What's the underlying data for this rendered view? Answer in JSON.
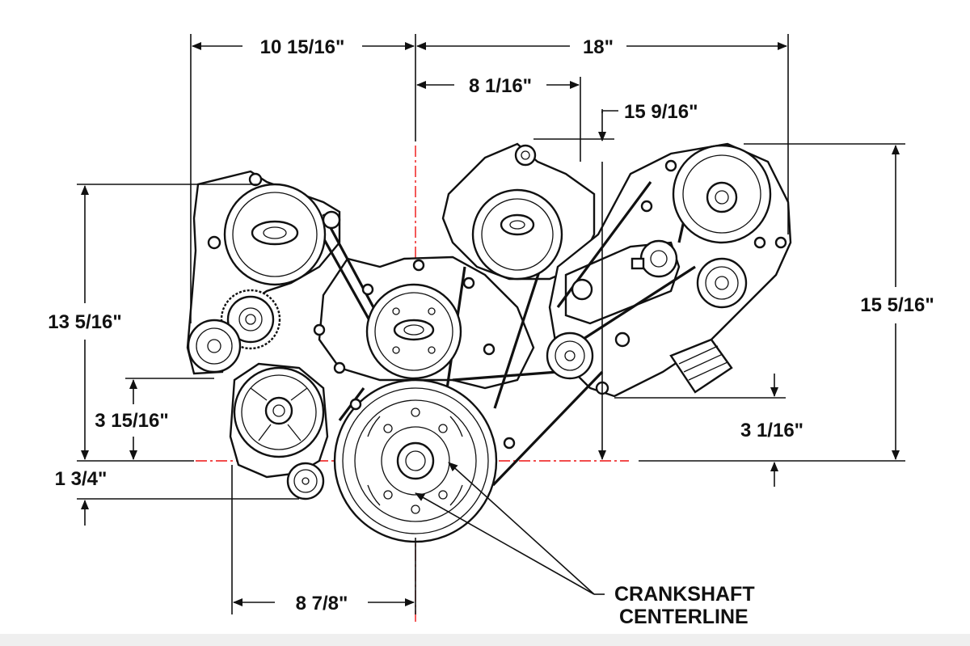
{
  "diagram": {
    "title": "Serpentine accessory drive dimensions",
    "dimensions": {
      "overall_left_width": "10 15/16\"",
      "overall_right_width": "18\"",
      "water_pump_offset": "8 1/16\"",
      "alternator_height": "15 9/16\"",
      "right_bracket_height": "15 5/16\"",
      "left_bracket_height": "13 5/16\"",
      "power_steering_height": "3 15/16\"",
      "idler_drop": "1 3/4\"",
      "tensioner_height": "3 1/16\"",
      "power_steering_offset": "8 7/8\""
    },
    "callout": {
      "line1": "CRANKSHAFT",
      "line2": "CENTERLINE"
    },
    "colors": {
      "ink": "#111111",
      "centerline": "#e11111",
      "background": "#ffffff"
    }
  }
}
